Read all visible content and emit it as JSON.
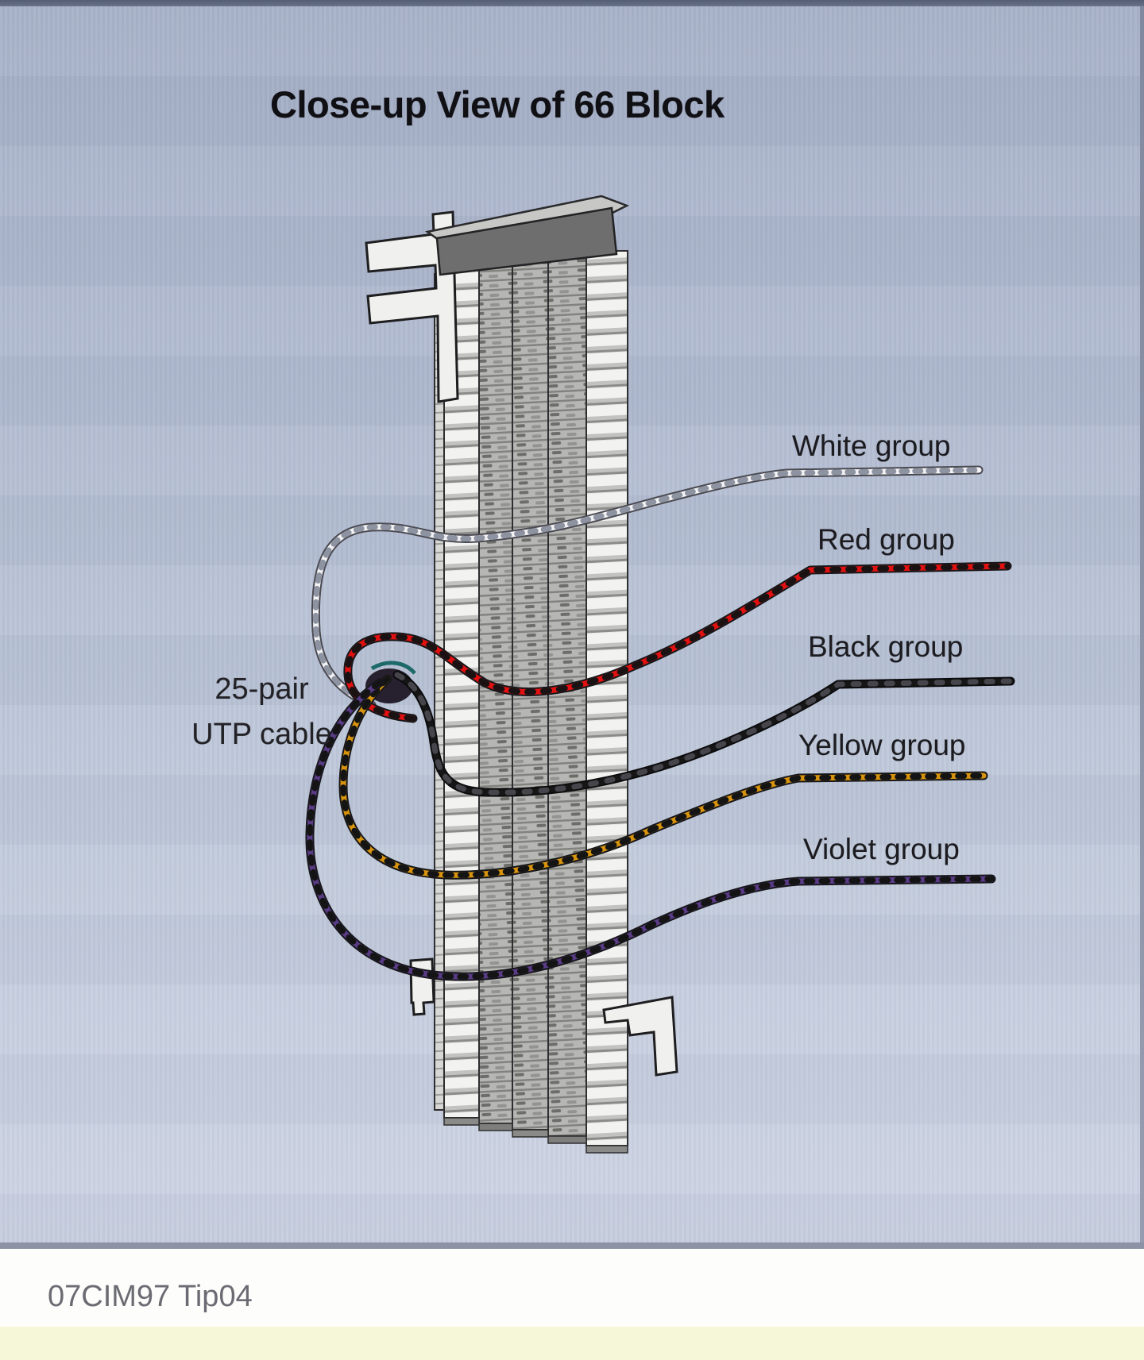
{
  "diagram": {
    "title": "Close-up View of 66 Block",
    "cable_label_line1": "25-pair",
    "cable_label_line2": "UTP cable",
    "wire_groups": [
      {
        "id": "white",
        "label": "White group",
        "color": "#f4f4f6"
      },
      {
        "id": "red",
        "label": "Red group",
        "color": "#e21010"
      },
      {
        "id": "black",
        "label": "Black group",
        "color": "#161616"
      },
      {
        "id": "yellow",
        "label": "Yellow group",
        "color": "#d9940d"
      },
      {
        "id": "violet",
        "label": "Violet group",
        "color": "#5a3b86"
      }
    ]
  },
  "footer": {
    "caption": "07CIM97 Tip04"
  }
}
